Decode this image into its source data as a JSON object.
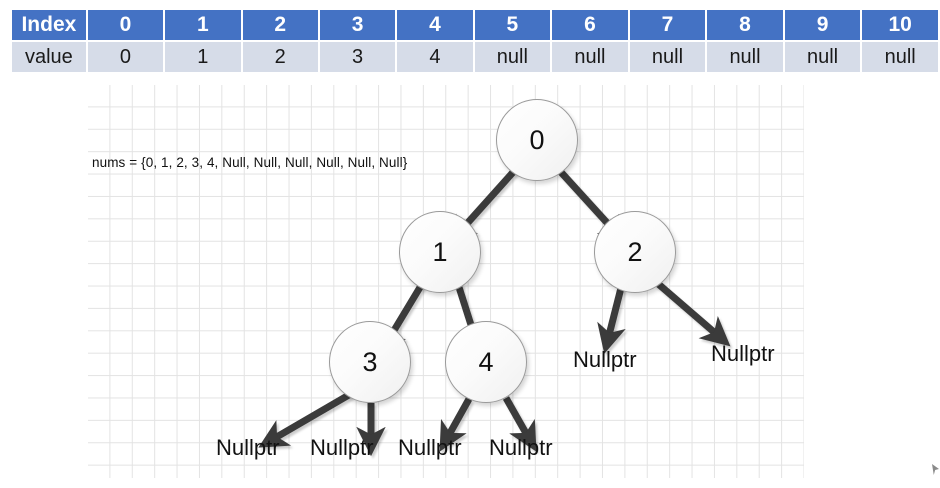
{
  "array_table": {
    "row_labels": [
      "Index",
      "value"
    ],
    "indices": [
      "0",
      "1",
      "2",
      "3",
      "4",
      "5",
      "6",
      "7",
      "8",
      "9",
      "10"
    ],
    "values": [
      "0",
      "1",
      "2",
      "3",
      "4",
      "null",
      "null",
      "null",
      "null",
      "null",
      "null"
    ],
    "header_bg": "#4472C4",
    "header_fg": "#FFFFFF",
    "value_bg": "#D6DCE8",
    "value_fg": "#1A1A1A"
  },
  "annotation": {
    "nums_text": "nums = {0, 1, 2, 3, 4, Null, Null, Null, Null, Null, Null}"
  },
  "tree": {
    "nodes": [
      {
        "id": "root",
        "label": "0"
      },
      {
        "id": "left",
        "label": "1"
      },
      {
        "id": "right",
        "label": "2"
      },
      {
        "id": "n3",
        "label": "3"
      },
      {
        "id": "n4",
        "label": "4"
      }
    ],
    "null_leaves": [
      {
        "id": "null-1",
        "label": "Nullptr"
      },
      {
        "id": "null-2",
        "label": "Nullptr"
      },
      {
        "id": "null-3",
        "label": "Nullptr"
      },
      {
        "id": "null-4",
        "label": "Nullptr"
      },
      {
        "id": "null-5",
        "label": "Nullptr"
      },
      {
        "id": "null-6",
        "label": "Nullptr"
      }
    ],
    "edge_color": "#3A3A3A",
    "node_fill": "#FAFAFA",
    "node_border": "#9A9A9A"
  }
}
